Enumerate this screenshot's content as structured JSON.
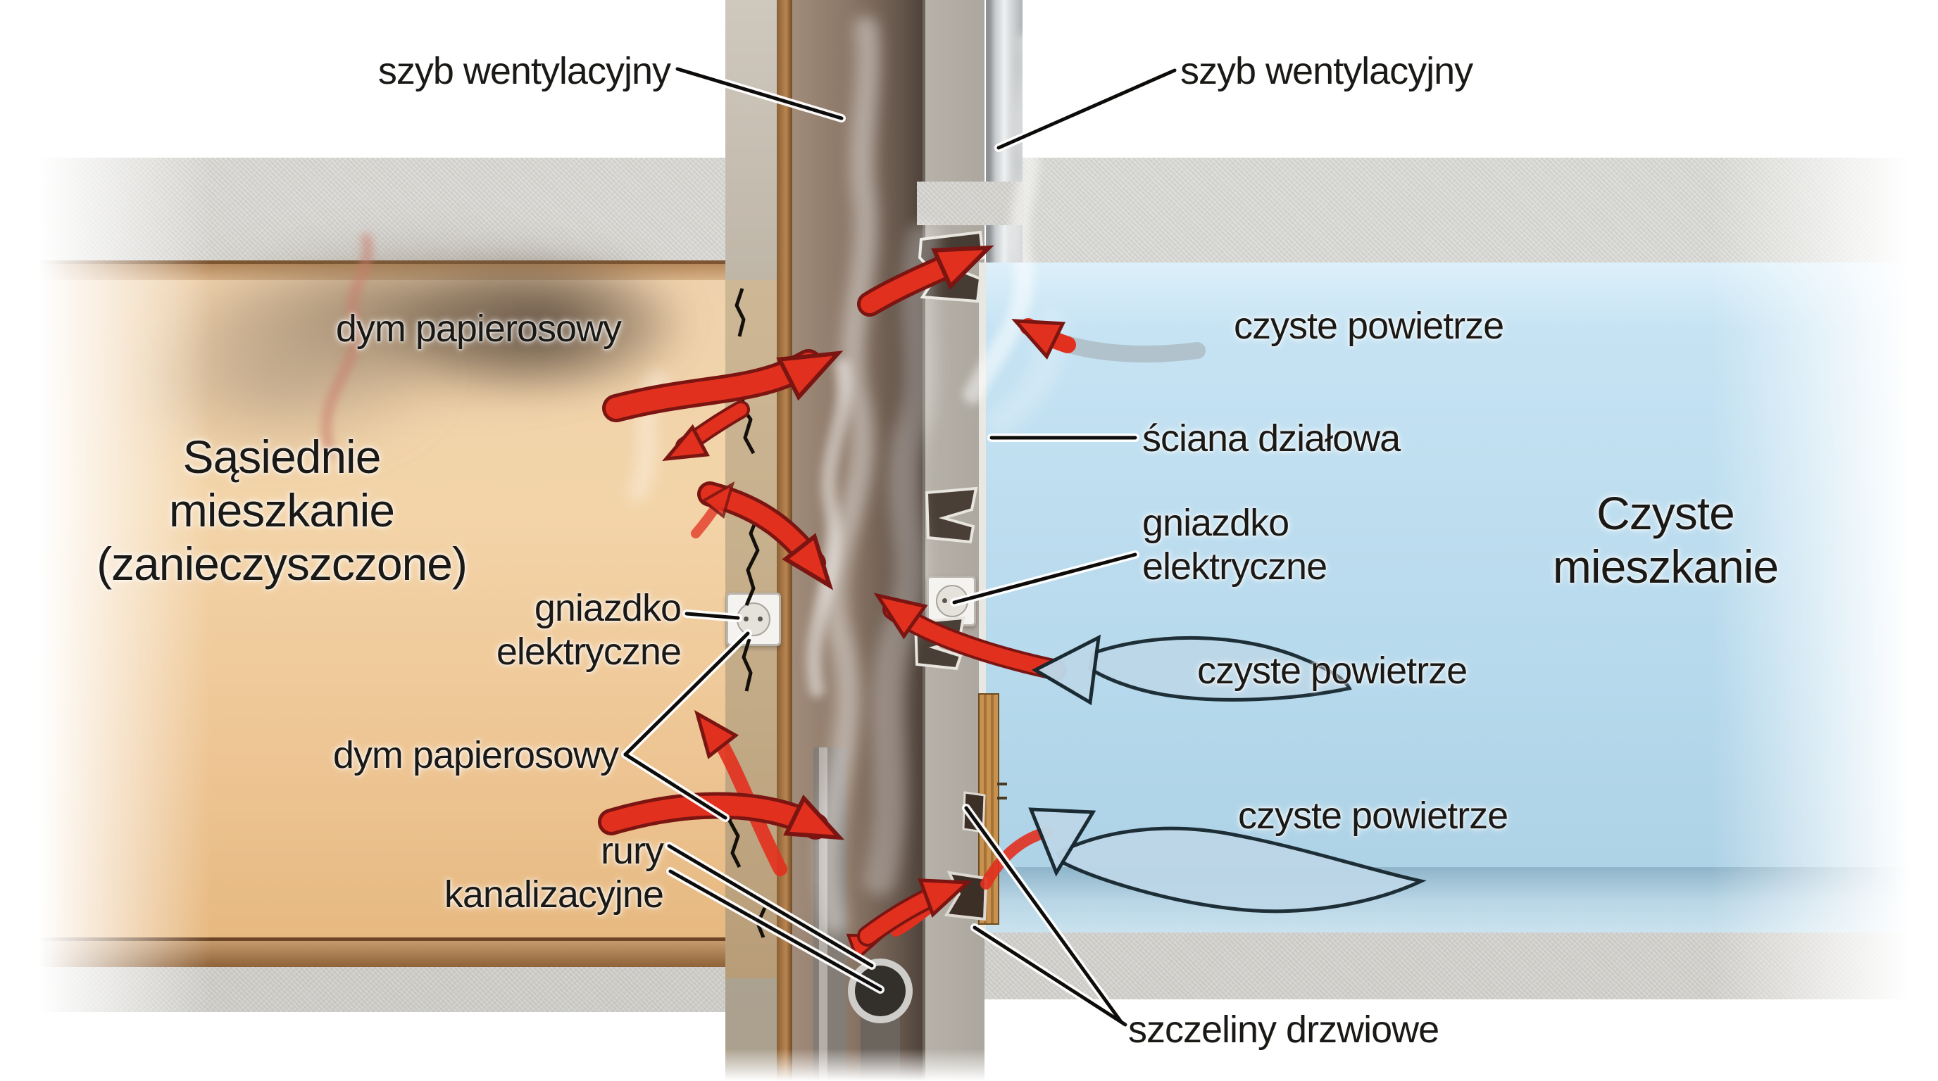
{
  "diagram": {
    "language": "Polish",
    "labels": {
      "shaft_left": "szyb wentylacyjny",
      "shaft_right": "szyb wentylacyjny",
      "smoke_top": "dym papierosowy",
      "room_left_title": "Sąsiednie\nmieszkanie\n(zanieczyszczone)",
      "outlet_left": "gniazdko\nelektryczne",
      "smoke_bottom": "dym papierosowy",
      "pipes": "rury\nkanalizacyjne",
      "partition": "ściana działowa",
      "outlet_right": "gniazdko\nelektryczne",
      "clean_air_1": "czyste powietrze",
      "clean_air_2": "czyste powietrze",
      "clean_air_3": "czyste powietrze",
      "room_right_title": "Czyste\nmieszkanie",
      "door_gaps": "szczeliny drzwiowe"
    },
    "colors": {
      "smoke_arrow_red": "#e2301e",
      "smoke_arrow_outline": "#7a1512",
      "clean_air_blue": "#bdd7e8",
      "clean_air_outline": "#16262e",
      "room_left_wall": "#f0cda2",
      "room_right_wall": "#bcdcee",
      "concrete": "#c2bcb2",
      "shaft_brown": "#7c6a5c",
      "wood_door": "#b8854a",
      "text": "#1b1916"
    }
  }
}
